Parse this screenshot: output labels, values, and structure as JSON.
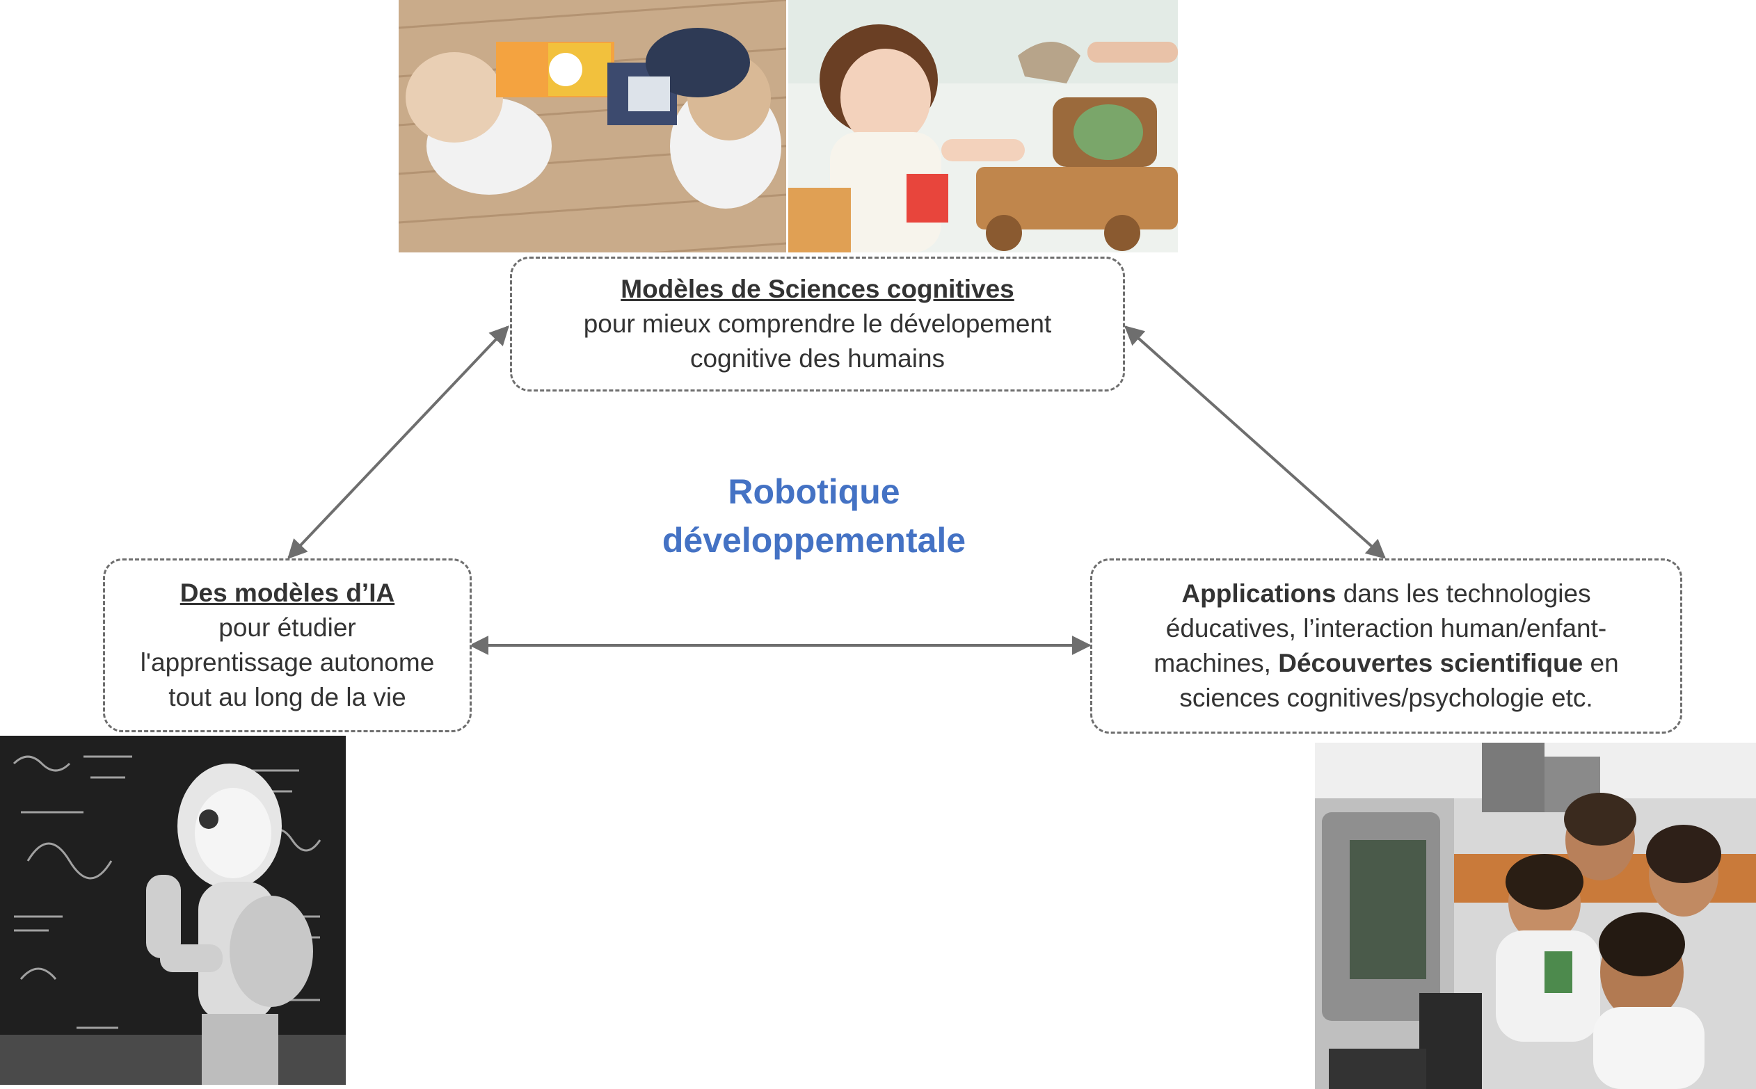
{
  "center": {
    "line1": "Robotique",
    "line2": "développementale"
  },
  "top_box": {
    "title": "Modèles de Sciences cognitives",
    "line1": "pour mieux comprendre le dévelopement",
    "line2": "cognitive des humains"
  },
  "left_box": {
    "title": "Des modèles d’IA",
    "line1": "pour étudier",
    "line2": "l'apprentissage autonome",
    "line3": "tout au long de la vie"
  },
  "right_box": {
    "bold1": "Applications",
    "text1": " dans les technologies",
    "line2": "éducatives, l’interaction human/enfant-",
    "text3a": "machines, ",
    "bold3": "Découvertes scientifique",
    "text3b": " en",
    "line4": "sciences cognitives/psychologie etc."
  },
  "colors": {
    "accent": "#4472c4",
    "box_border": "#6e6e6e",
    "arrow": "#6e6e6e",
    "text": "#333333"
  },
  "icons": {
    "photo_top_left": "babies-playing-photo",
    "photo_top_right": "child-playing-toys-photo",
    "photo_bottom_left": "robot-thinking-blackboard-photo",
    "photo_bottom_right": "children-at-computers-photo"
  }
}
